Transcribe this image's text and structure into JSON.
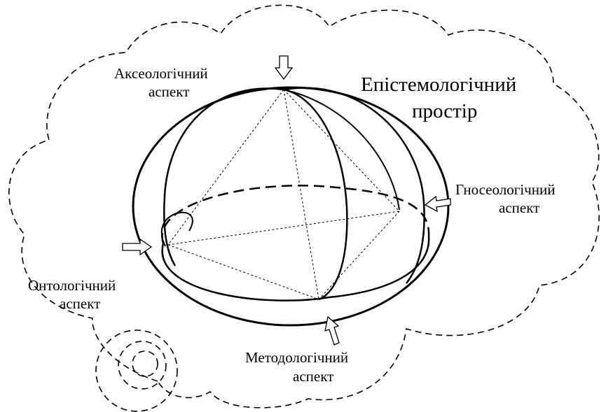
{
  "space_label": {
    "line1": "Епістемологічний",
    "line2": "простір"
  },
  "aspects": {
    "axiological": {
      "line1": "Аксеологічний",
      "line2": "аспект"
    },
    "gnoseological": {
      "line1": "Гносеологічний",
      "line2": "аспект"
    },
    "ontological": {
      "line1": "Онтологічний",
      "line2": "аспект"
    },
    "methodological": {
      "line1": "Методологічний",
      "line2": "аспект"
    }
  },
  "colors": {
    "ink": "#000000",
    "background": "#ffffff"
  }
}
